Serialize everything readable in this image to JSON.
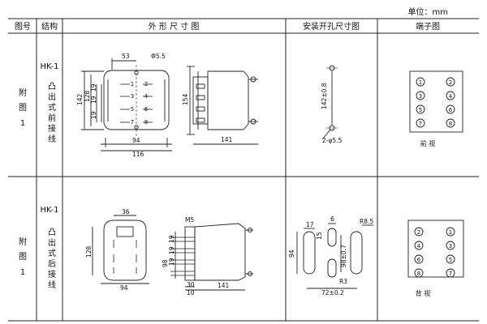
{
  "page": {
    "unit_label": "单位：mm"
  },
  "header": {
    "col_fig_no": "图号",
    "col_structure": "结构",
    "col_outline": "外 形 尺 寸 图",
    "col_cutout": "安装开孔尺寸图",
    "col_terminal": "端子图"
  },
  "rows": [
    {
      "fig": [
        "附",
        "图",
        "1"
      ],
      "model": "HK-1",
      "structure": [
        "凸",
        "出",
        "式",
        "前",
        "接",
        "线"
      ],
      "outline_dims": {
        "d53": "53",
        "phi55": "Φ5.5",
        "d142": "142",
        "d128": "128",
        "d19a": "19",
        "d19b": "19",
        "d19c": "19",
        "d94": "94",
        "d116": "116",
        "d154": "154",
        "d141": "141"
      },
      "cutout_dims": {
        "d142tol": "142±0.8",
        "hole": "2-φ5.5"
      },
      "terminals": [
        "1",
        "2",
        "3",
        "4",
        "5",
        "6",
        "7",
        "8"
      ],
      "view_label": "前 视"
    },
    {
      "fig": [
        "附",
        "图",
        "1"
      ],
      "model": "HK-1",
      "structure": [
        "凸",
        "出",
        "式",
        "后",
        "接",
        "线"
      ],
      "outline_dims": {
        "d36": "36",
        "d128": "128",
        "d94": "94",
        "m5": "M5",
        "d19a": "19",
        "d19b": "19",
        "d19c": "19",
        "d98": "98",
        "d30": "30",
        "d10": "10",
        "d141": "141"
      },
      "cutout_dims": {
        "d17": "17",
        "d6": "6",
        "r85": "R8.5",
        "d15": "15",
        "d9807": "98±0.7",
        "d94": "94",
        "r3": "R3",
        "d72": "72±0.2"
      },
      "terminals": [
        "2",
        "1",
        "4",
        "3",
        "6",
        "5",
        "8",
        "7"
      ],
      "view_label": "背 视"
    }
  ]
}
